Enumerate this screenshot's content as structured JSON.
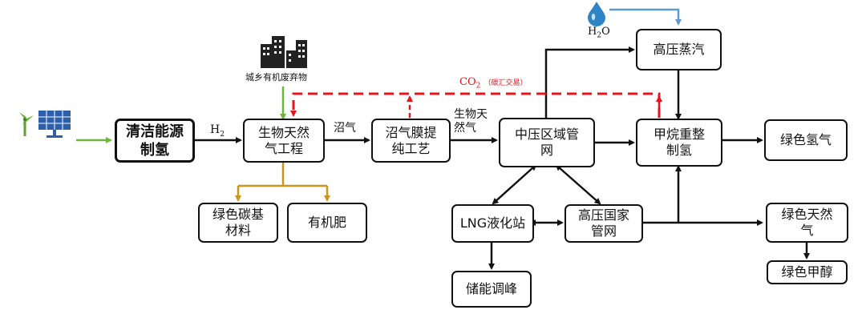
{
  "nodes": {
    "clean_h2": "清洁能源\n制氢",
    "bio_gas_proj": "生物天然\n气工程",
    "biogas_purify": "沼气膜提\n纯工艺",
    "mid_pressure": "中压区域管\n网",
    "hp_steam": "高压蒸汽",
    "methane_reform": "甲烷重整\n制氢",
    "green_h2": "绿色氢气",
    "green_carbon": "绿色碳基\n材料",
    "fertilizer": "有机肥",
    "lng_station": "LNG液化站",
    "national_grid": "高压国家\n管网",
    "storage_peak": "储能调峰",
    "green_ng": "绿色天然\n气",
    "green_methanol": "绿色甲醇"
  },
  "labels": {
    "h2": "H",
    "h2_sub": "2",
    "biogas": "沼气",
    "bio_ng": "生物天\n然气",
    "water": "H",
    "water_sub": "2",
    "water_tail": "O",
    "waste": "城乡有机废弃物",
    "co2_main": "CO",
    "co2_sub": "2",
    "co2_note": "（碳汇交易）"
  },
  "colors": {
    "black": "#111111",
    "green": "#6db53f",
    "gold": "#c8961e",
    "red": "#e8141b",
    "blue": "#5b9bd5"
  },
  "icons": [
    "wind-turbine-icon",
    "solar-panel-icon",
    "buildings-icon",
    "water-drop-icon"
  ]
}
